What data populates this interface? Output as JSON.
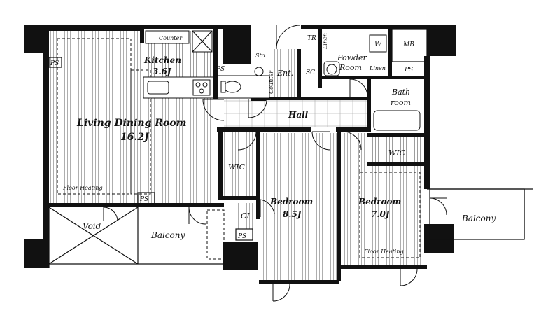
{
  "rooms": {
    "living": {
      "name": "Living Dining Room",
      "size": "16.2J"
    },
    "kitchen": {
      "name": "Kitchen",
      "size": "3.6J"
    },
    "bedroom1": {
      "name": "Bedroom",
      "size": "8.5J"
    },
    "bedroom2": {
      "name": "Bedroom",
      "size": "7.0J"
    },
    "bath": {
      "line1": "Bath",
      "line2": "room"
    },
    "powder": {
      "line1": "Powder",
      "line2": "Room"
    },
    "hall": "Hall",
    "entrance": "Ent.",
    "wic1": "WIC",
    "wic2": "WIC",
    "closet": "CL",
    "void": "Void",
    "balcony1": "Balcony",
    "balcony2": "Balcony"
  },
  "small_labels": {
    "counter_kitchen": "Counter",
    "counter_entrance": "Counter",
    "storage": "Sto.",
    "shoe_cabinet": "SC",
    "trunk_room": "TR",
    "linen1": "Linen",
    "linen2": "Linen",
    "washer": "W",
    "meter_box": "MB",
    "ps": "PS",
    "floor_heating": "Floor Heating"
  }
}
